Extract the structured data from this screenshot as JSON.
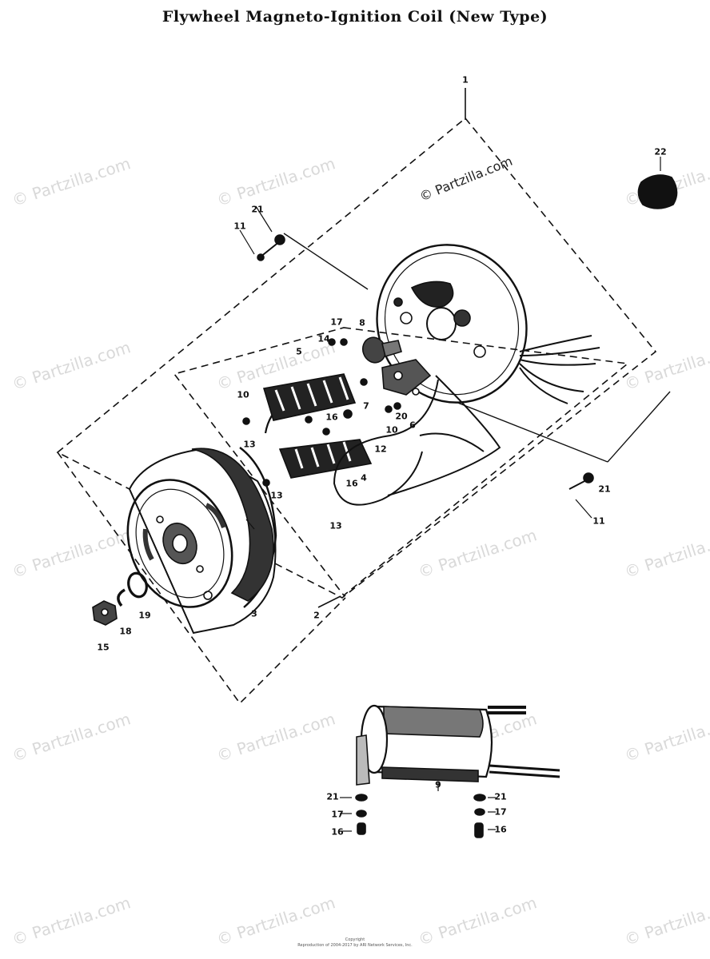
{
  "title": "Flywheel Magneto-Ignition Coil (New Type)",
  "watermark_text": "© Partzilla.com",
  "watermark_primary": "© Partzilla.com",
  "callouts": [
    {
      "id": "c1",
      "label": "1"
    },
    {
      "id": "c2",
      "label": "2"
    },
    {
      "id": "c3",
      "label": "3"
    },
    {
      "id": "c4",
      "label": "4"
    },
    {
      "id": "c5",
      "label": "5"
    },
    {
      "id": "c6",
      "label": "6"
    },
    {
      "id": "c7",
      "label": "7"
    },
    {
      "id": "c8",
      "label": "8"
    },
    {
      "id": "c9",
      "label": "9"
    },
    {
      "id": "c10a",
      "label": "10"
    },
    {
      "id": "c10b",
      "label": "10"
    },
    {
      "id": "c11a",
      "label": "11"
    },
    {
      "id": "c11b",
      "label": "11"
    },
    {
      "id": "c12",
      "label": "12"
    },
    {
      "id": "c13a",
      "label": "13"
    },
    {
      "id": "c13b",
      "label": "13"
    },
    {
      "id": "c13c",
      "label": "13"
    },
    {
      "id": "c14",
      "label": "14"
    },
    {
      "id": "c15",
      "label": "15"
    },
    {
      "id": "c16a",
      "label": "16"
    },
    {
      "id": "c16b",
      "label": "16"
    },
    {
      "id": "c16c",
      "label": "16"
    },
    {
      "id": "c16d",
      "label": "16"
    },
    {
      "id": "c17a",
      "label": "17"
    },
    {
      "id": "c17b",
      "label": "17"
    },
    {
      "id": "c17c",
      "label": "17"
    },
    {
      "id": "c18",
      "label": "18"
    },
    {
      "id": "c19",
      "label": "19"
    },
    {
      "id": "c20",
      "label": "20"
    },
    {
      "id": "c21a",
      "label": "21"
    },
    {
      "id": "c21b",
      "label": "21"
    },
    {
      "id": "c21c",
      "label": "21"
    },
    {
      "id": "c21d",
      "label": "21"
    },
    {
      "id": "c22",
      "label": "22"
    },
    {
      "id": "c9b",
      "label": "9"
    }
  ],
  "footer": {
    "line1": "Copyright",
    "line2": "Reproduction of 2004-2017 by ARI Network Services, Inc."
  }
}
